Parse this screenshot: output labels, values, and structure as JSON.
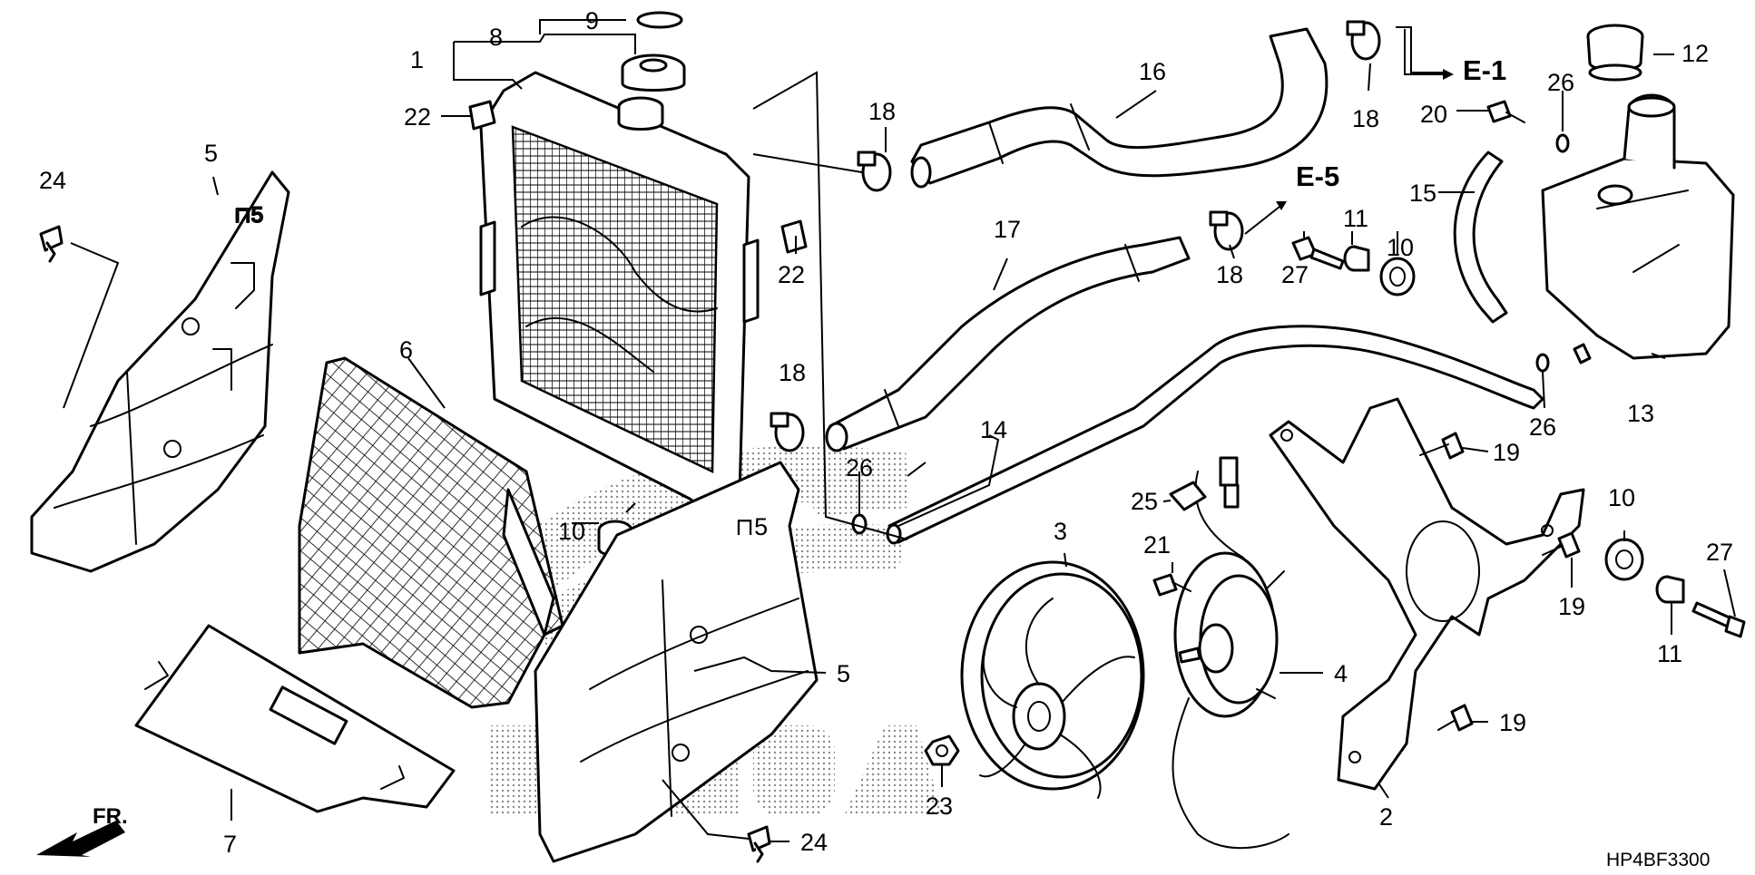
{
  "diagram": {
    "code": "HP4BF3300",
    "direction_label": "FR.",
    "references": [
      "E-1",
      "E-5"
    ],
    "callouts": [
      {
        "id": "c-1",
        "label": "1"
      },
      {
        "id": "c-8",
        "label": "8"
      },
      {
        "id": "c-9",
        "label": "9"
      },
      {
        "id": "c-22a",
        "label": "22"
      },
      {
        "id": "c-24a",
        "label": "24"
      },
      {
        "id": "c-5a",
        "label": "5"
      },
      {
        "id": "c-6",
        "label": "6"
      },
      {
        "id": "c-22b",
        "label": "22"
      },
      {
        "id": "c-18a",
        "label": "18"
      },
      {
        "id": "c-16",
        "label": "16"
      },
      {
        "id": "c-18b",
        "label": "18"
      },
      {
        "id": "c-12",
        "label": "12"
      },
      {
        "id": "c-26a",
        "label": "26"
      },
      {
        "id": "c-20",
        "label": "20"
      },
      {
        "id": "c-15",
        "label": "15"
      },
      {
        "id": "c-17",
        "label": "17"
      },
      {
        "id": "c-18c",
        "label": "18"
      },
      {
        "id": "c-27a",
        "label": "27"
      },
      {
        "id": "c-11a",
        "label": "11"
      },
      {
        "id": "c-10a",
        "label": "10"
      },
      {
        "id": "c-18d",
        "label": "18"
      },
      {
        "id": "c-10b",
        "label": "10"
      },
      {
        "id": "c-14",
        "label": "14"
      },
      {
        "id": "c-26b",
        "label": "26"
      },
      {
        "id": "c-13",
        "label": "13"
      },
      {
        "id": "c-26c",
        "label": "26"
      },
      {
        "id": "c-19a",
        "label": "19"
      },
      {
        "id": "c-25",
        "label": "25"
      },
      {
        "id": "c-3",
        "label": "3"
      },
      {
        "id": "c-21",
        "label": "21"
      },
      {
        "id": "c-10c",
        "label": "10"
      },
      {
        "id": "c-27b",
        "label": "27"
      },
      {
        "id": "c-19b",
        "label": "19"
      },
      {
        "id": "c-11b",
        "label": "11"
      },
      {
        "id": "c-5b",
        "label": "5"
      },
      {
        "id": "c-4",
        "label": "4"
      },
      {
        "id": "c-19c",
        "label": "19"
      },
      {
        "id": "c-2",
        "label": "2"
      },
      {
        "id": "c-7",
        "label": "7"
      },
      {
        "id": "c-23",
        "label": "23"
      },
      {
        "id": "c-24b",
        "label": "24"
      }
    ]
  }
}
